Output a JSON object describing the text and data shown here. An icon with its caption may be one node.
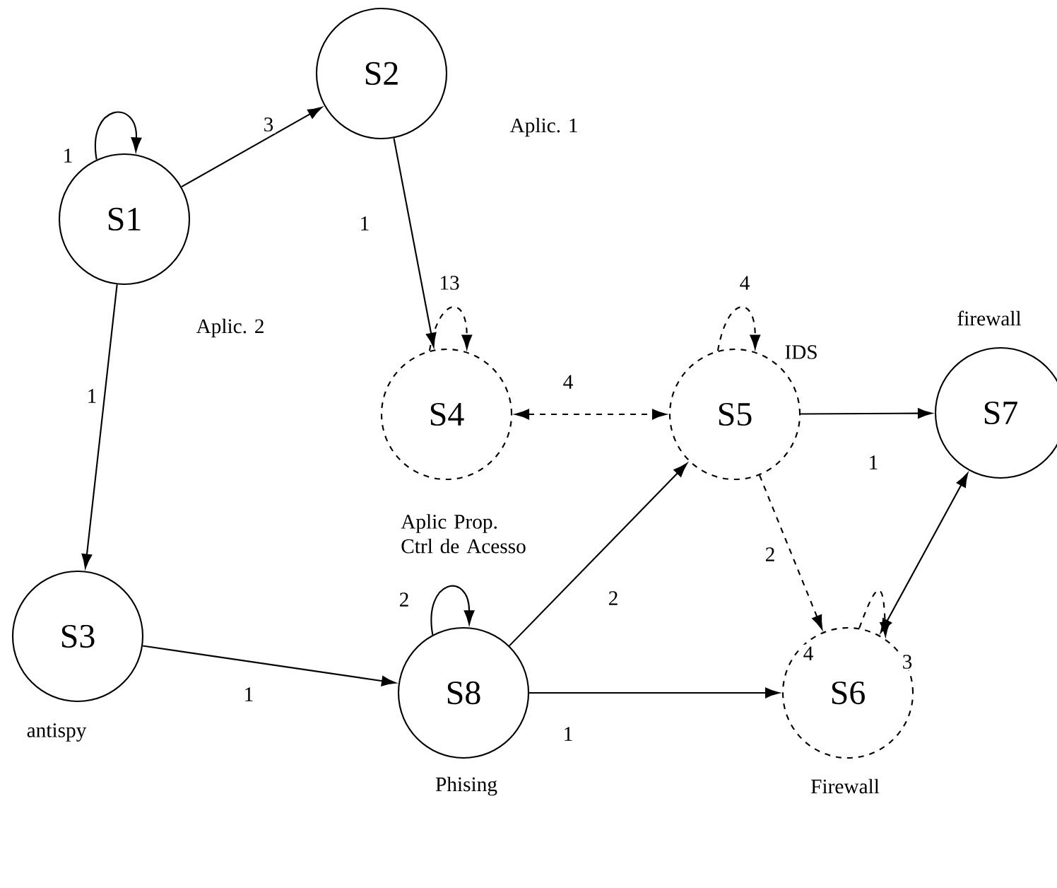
{
  "diagram": {
    "nodes": [
      {
        "text": [
          "S1"
        ],
        "beside": [
          "Aplic. 2"
        ]
      },
      {
        "text": [
          "S2"
        ],
        "beside": [
          "Aplic. 1"
        ]
      },
      {
        "text": [
          "S3"
        ],
        "beside": [
          "antispy"
        ]
      },
      {
        "text": [
          "S4"
        ],
        "beside": [
          "Aplic Prop. Ctrl de Acesso"
        ]
      },
      {
        "text": [
          "S5"
        ],
        "beside": [
          "IDS"
        ]
      },
      {
        "text": [
          "S6"
        ],
        "beside": [
          "Firewall"
        ]
      },
      {
        "text": [
          "S7"
        ],
        "beside": [
          "firewall"
        ]
      },
      {
        "text": [
          "S8"
        ],
        "beside": [
          "Phising"
        ]
      }
    ],
    "edges": [
      {
        "from": 0,
        "to": 0,
        "arrow": "to",
        "label": "1"
      },
      {
        "from": 0,
        "to": 1,
        "arrow": "to",
        "label": "3"
      },
      {
        "from": 0,
        "to": 2,
        "arrow": "to",
        "label": "1"
      },
      {
        "from": 1,
        "to": 3,
        "arrow": "to",
        "label": "1"
      },
      {
        "from": 3,
        "to": 3,
        "arrow": "to",
        "label": "13",
        "style": "dashed"
      },
      {
        "from": 3,
        "to": 4,
        "arrow": "both",
        "label": "4",
        "style": "dashed"
      },
      {
        "from": 4,
        "to": 4,
        "arrow": "to",
        "label": "4",
        "style": "dashed"
      },
      {
        "from": 4,
        "to": 6,
        "arrow": "to",
        "label": "1"
      },
      {
        "from": 4,
        "to": 5,
        "arrow": "to",
        "label": "2",
        "style": "dashed"
      },
      {
        "from": 5,
        "to": 5,
        "arrow": "to",
        "label": "4",
        "style": "dashed"
      },
      {
        "from": 5,
        "to": 6,
        "arrow": "both",
        "label": "3"
      },
      {
        "from": 2,
        "to": 7,
        "arrow": "to",
        "label": "1"
      },
      {
        "from": 7,
        "to": 7,
        "arrow": "to",
        "label": "2"
      },
      {
        "from": 7,
        "to": 4,
        "arrow": "to",
        "label": "2"
      },
      {
        "from": 7,
        "to": 5,
        "arrow": "to",
        "label": "1"
      }
    ]
  }
}
